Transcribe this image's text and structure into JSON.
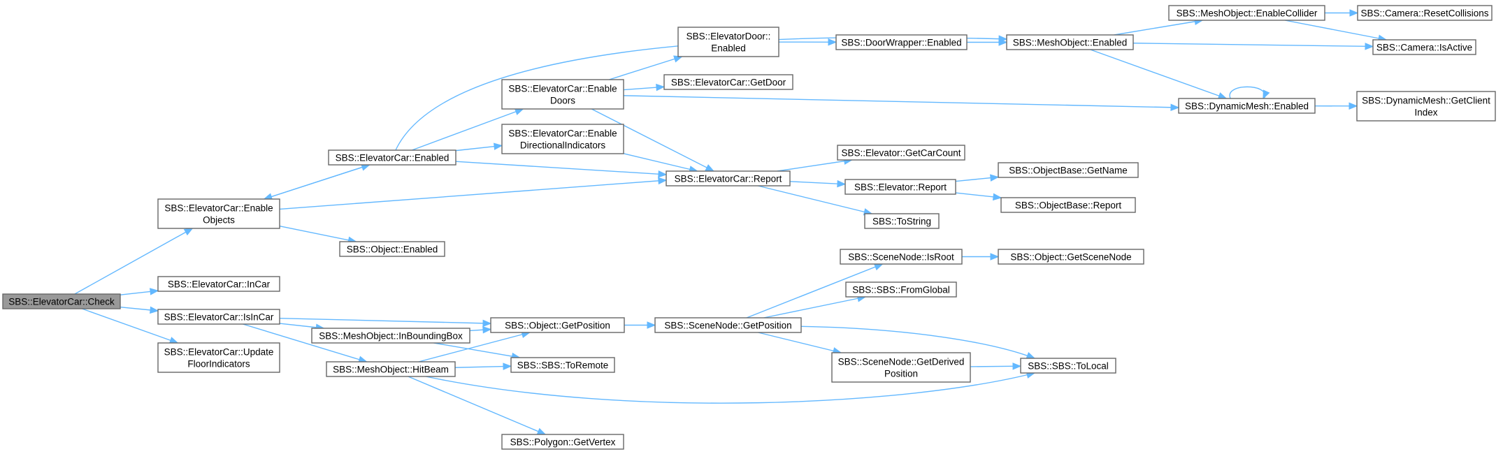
{
  "diagram": {
    "nodes": [
      {
        "id": "check",
        "lines": [
          "SBS::ElevatorCar::Check"
        ],
        "root": true
      },
      {
        "id": "enable_objects",
        "lines": [
          "SBS::ElevatorCar::Enable",
          "Objects"
        ]
      },
      {
        "id": "incar",
        "lines": [
          "SBS::ElevatorCar::InCar"
        ]
      },
      {
        "id": "isincar",
        "lines": [
          "SBS::ElevatorCar::IsInCar"
        ]
      },
      {
        "id": "update_floor",
        "lines": [
          "SBS::ElevatorCar::Update",
          "FloorIndicators"
        ]
      },
      {
        "id": "car_enabled",
        "lines": [
          "SBS::ElevatorCar::Enabled"
        ]
      },
      {
        "id": "object_enabled",
        "lines": [
          "SBS::Object::Enabled"
        ]
      },
      {
        "id": "inboundingbox",
        "lines": [
          "SBS::MeshObject::InBoundingBox"
        ]
      },
      {
        "id": "hitbeam",
        "lines": [
          "SBS::MeshObject::HitBeam"
        ]
      },
      {
        "id": "enable_doors",
        "lines": [
          "SBS::ElevatorCar::Enable",
          "Doors"
        ]
      },
      {
        "id": "enable_dir",
        "lines": [
          "SBS::ElevatorCar::Enable",
          "DirectionalIndicators"
        ]
      },
      {
        "id": "getposition",
        "lines": [
          "SBS::Object::GetPosition"
        ]
      },
      {
        "id": "toremote",
        "lines": [
          "SBS::SBS::ToRemote"
        ]
      },
      {
        "id": "getvertex",
        "lines": [
          "SBS::Polygon::GetVertex"
        ]
      },
      {
        "id": "door_enabled",
        "lines": [
          "SBS::ElevatorDoor::",
          "Enabled"
        ]
      },
      {
        "id": "getdoor",
        "lines": [
          "SBS::ElevatorCar::GetDoor"
        ]
      },
      {
        "id": "car_report",
        "lines": [
          "SBS::ElevatorCar::Report"
        ]
      },
      {
        "id": "scenenode_getposition",
        "lines": [
          "SBS::SceneNode::GetPosition"
        ]
      },
      {
        "id": "doorwrapper_enabled",
        "lines": [
          "SBS::DoorWrapper::Enabled"
        ]
      },
      {
        "id": "getcarcount",
        "lines": [
          "SBS::Elevator::GetCarCount"
        ]
      },
      {
        "id": "elevator_report",
        "lines": [
          "SBS::Elevator::Report"
        ]
      },
      {
        "id": "tostring",
        "lines": [
          "SBS::ToString"
        ]
      },
      {
        "id": "isroot",
        "lines": [
          "SBS::SceneNode::IsRoot"
        ]
      },
      {
        "id": "fromglobal",
        "lines": [
          "SBS::SBS::FromGlobal"
        ]
      },
      {
        "id": "getderived",
        "lines": [
          "SBS::SceneNode::GetDerived",
          "Position"
        ]
      },
      {
        "id": "meshobject_enabled",
        "lines": [
          "SBS::MeshObject::Enabled"
        ]
      },
      {
        "id": "getname",
        "lines": [
          "SBS::ObjectBase::GetName"
        ]
      },
      {
        "id": "objectbase_report",
        "lines": [
          "SBS::ObjectBase::Report"
        ]
      },
      {
        "id": "getscenenode",
        "lines": [
          "SBS::Object::GetSceneNode"
        ]
      },
      {
        "id": "tolocal",
        "lines": [
          "SBS::SBS::ToLocal"
        ]
      },
      {
        "id": "enablecollider",
        "lines": [
          "SBS::MeshObject::EnableCollider"
        ]
      },
      {
        "id": "dynamicmesh_enabled",
        "lines": [
          "SBS::DynamicMesh::Enabled"
        ]
      },
      {
        "id": "resetcollisions",
        "lines": [
          "SBS::Camera::ResetCollisions"
        ]
      },
      {
        "id": "isactive",
        "lines": [
          "SBS::Camera::IsActive"
        ]
      },
      {
        "id": "getclientindex",
        "lines": [
          "SBS::DynamicMesh::GetClient",
          "Index"
        ]
      }
    ],
    "edges": [
      [
        "check",
        "enable_objects"
      ],
      [
        "check",
        "incar"
      ],
      [
        "check",
        "isincar"
      ],
      [
        "check",
        "update_floor"
      ],
      [
        "enable_objects",
        "car_enabled"
      ],
      [
        "enable_objects",
        "object_enabled"
      ],
      [
        "enable_objects",
        "car_report"
      ],
      [
        "car_enabled",
        "enable_objects"
      ],
      [
        "car_enabled",
        "enable_doors"
      ],
      [
        "car_enabled",
        "enable_dir"
      ],
      [
        "car_enabled",
        "car_report"
      ],
      [
        "car_enabled",
        "meshobject_enabled"
      ],
      [
        "isincar",
        "getposition"
      ],
      [
        "isincar",
        "inboundingbox"
      ],
      [
        "isincar",
        "hitbeam"
      ],
      [
        "inboundingbox",
        "getposition"
      ],
      [
        "inboundingbox",
        "toremote"
      ],
      [
        "hitbeam",
        "getposition"
      ],
      [
        "hitbeam",
        "toremote"
      ],
      [
        "hitbeam",
        "getvertex"
      ],
      [
        "hitbeam",
        "tolocal"
      ],
      [
        "enable_doors",
        "door_enabled"
      ],
      [
        "enable_doors",
        "getdoor"
      ],
      [
        "enable_doors",
        "car_report"
      ],
      [
        "enable_doors",
        "dynamicmesh_enabled"
      ],
      [
        "enable_dir",
        "car_report"
      ],
      [
        "getposition",
        "scenenode_getposition"
      ],
      [
        "door_enabled",
        "doorwrapper_enabled"
      ],
      [
        "doorwrapper_enabled",
        "meshobject_enabled"
      ],
      [
        "car_report",
        "getcarcount"
      ],
      [
        "car_report",
        "elevator_report"
      ],
      [
        "car_report",
        "tostring"
      ],
      [
        "elevator_report",
        "getname"
      ],
      [
        "elevator_report",
        "objectbase_report"
      ],
      [
        "scenenode_getposition",
        "isroot"
      ],
      [
        "scenenode_getposition",
        "fromglobal"
      ],
      [
        "scenenode_getposition",
        "getderived"
      ],
      [
        "scenenode_getposition",
        "tolocal"
      ],
      [
        "isroot",
        "getscenenode"
      ],
      [
        "getderived",
        "tolocal"
      ],
      [
        "meshobject_enabled",
        "enablecollider"
      ],
      [
        "meshobject_enabled",
        "isactive"
      ],
      [
        "meshobject_enabled",
        "dynamicmesh_enabled"
      ],
      [
        "enablecollider",
        "resetcollisions"
      ],
      [
        "enablecollider",
        "isactive"
      ],
      [
        "dynamicmesh_enabled",
        "dynamicmesh_enabled"
      ],
      [
        "dynamicmesh_enabled",
        "getclientindex"
      ]
    ]
  },
  "colors": {
    "edge": "#63b8ff",
    "node_border": "#666666",
    "node_fill": "#ffffff",
    "root_fill": "#999999"
  }
}
